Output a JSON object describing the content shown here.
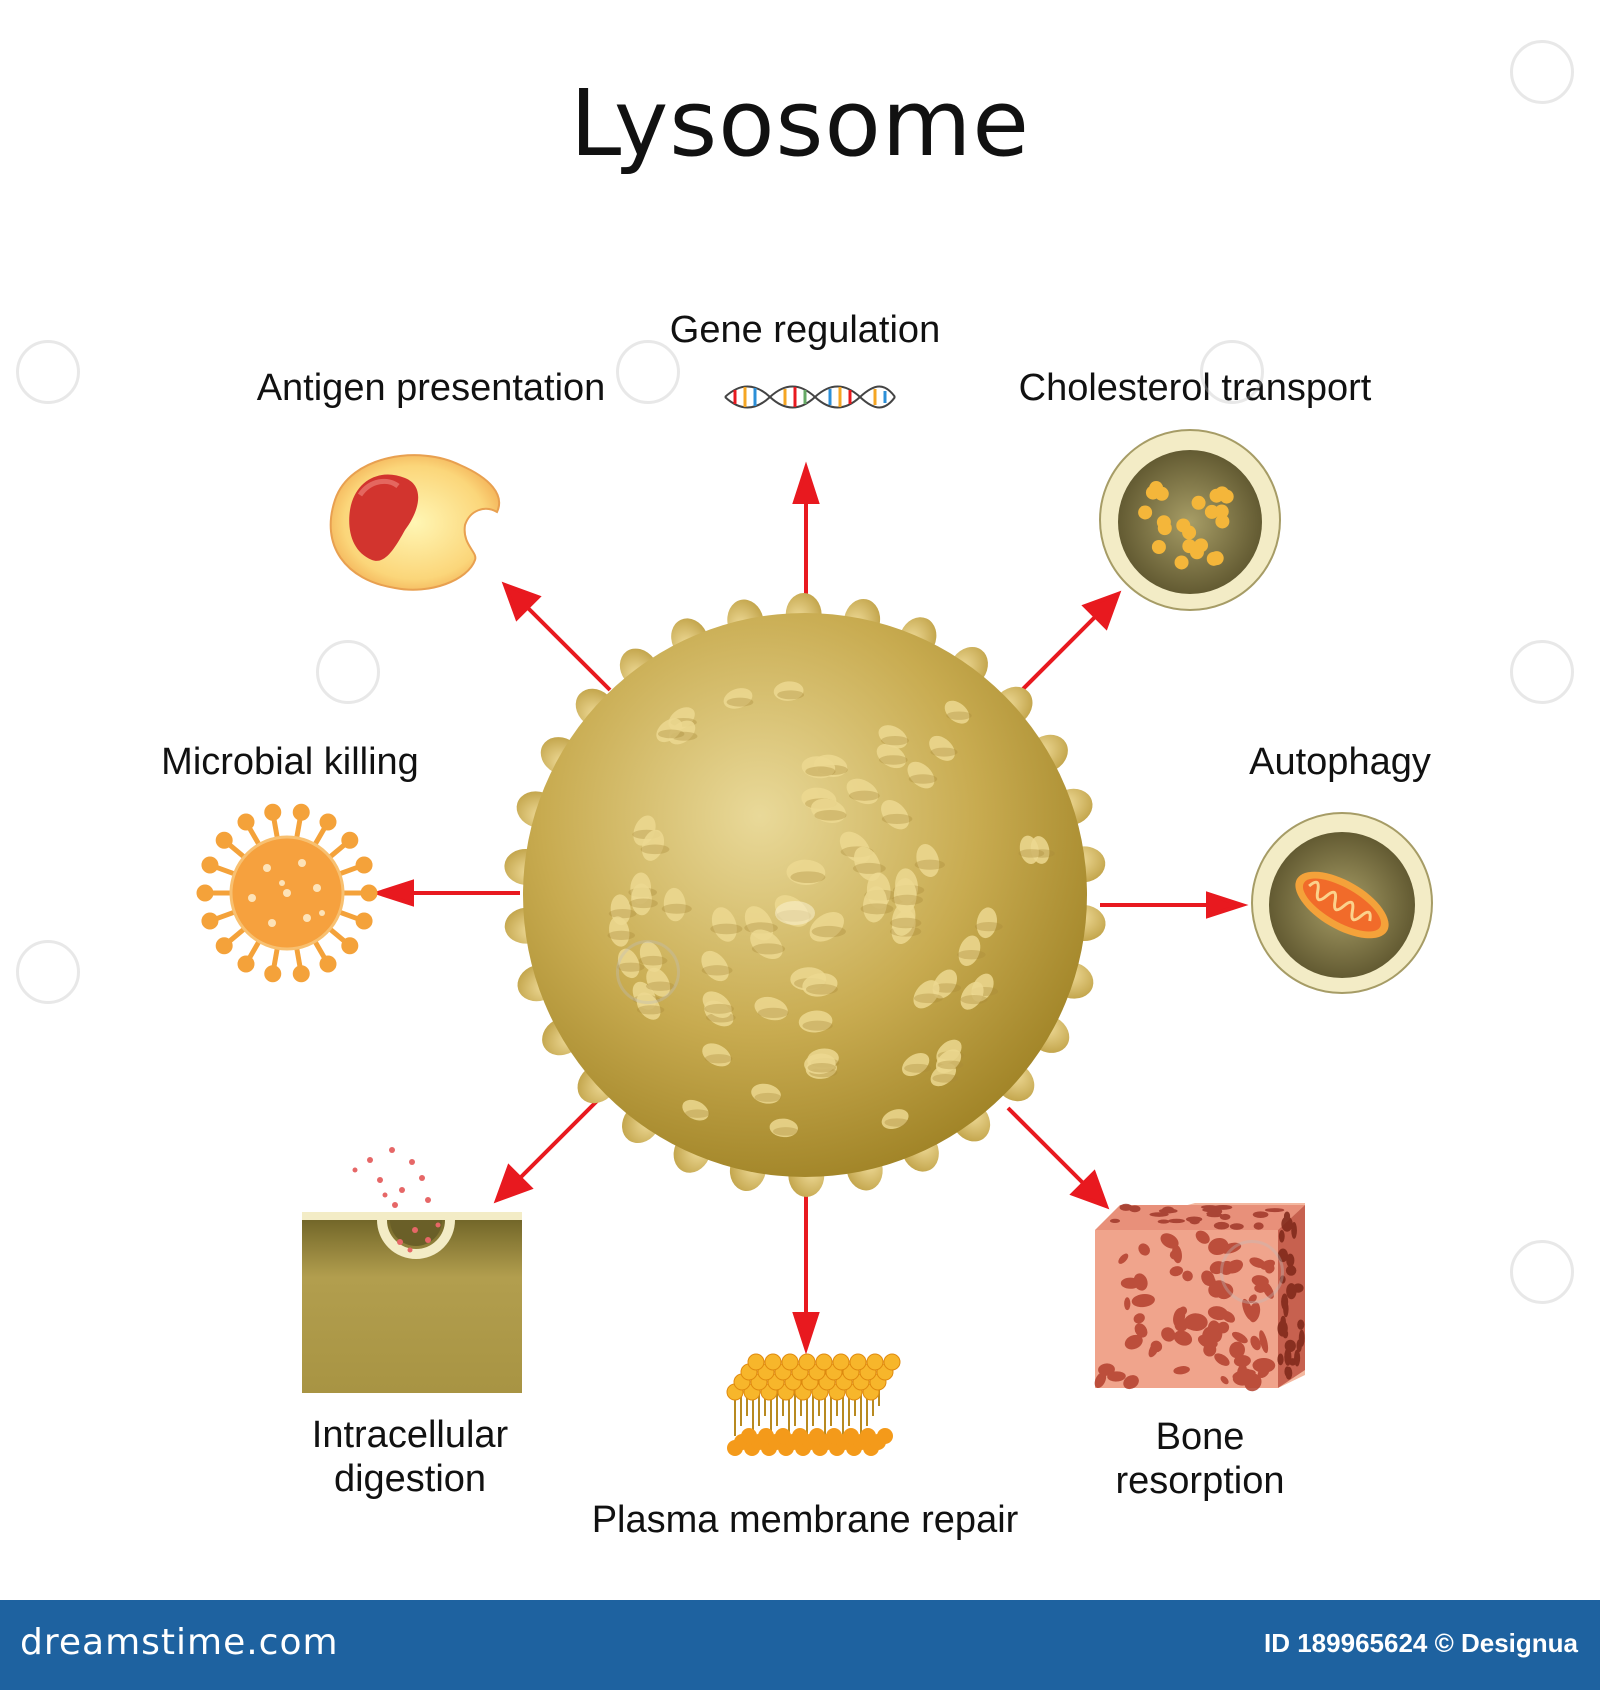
{
  "title": "Lysosome",
  "functions": {
    "gene_regulation": "Gene regulation",
    "antigen_presentation": "Antigen presentation",
    "cholesterol_transport": "Cholesterol transport",
    "microbial_killing": "Microbial killing",
    "autophagy": "Autophagy",
    "intracellular_digestion": [
      "Intracellular",
      "digestion"
    ],
    "plasma_membrane_repair": "Plasma membrane repair",
    "bone_resorption": [
      "Bone",
      "resorption"
    ]
  },
  "footer": {
    "brand": "dreamstime.com",
    "credit": "ID 189965624 © Designua"
  },
  "colors": {
    "arrow": "#e8191f",
    "lysosome": "#c9ad52",
    "footer": "#1e62a0"
  }
}
